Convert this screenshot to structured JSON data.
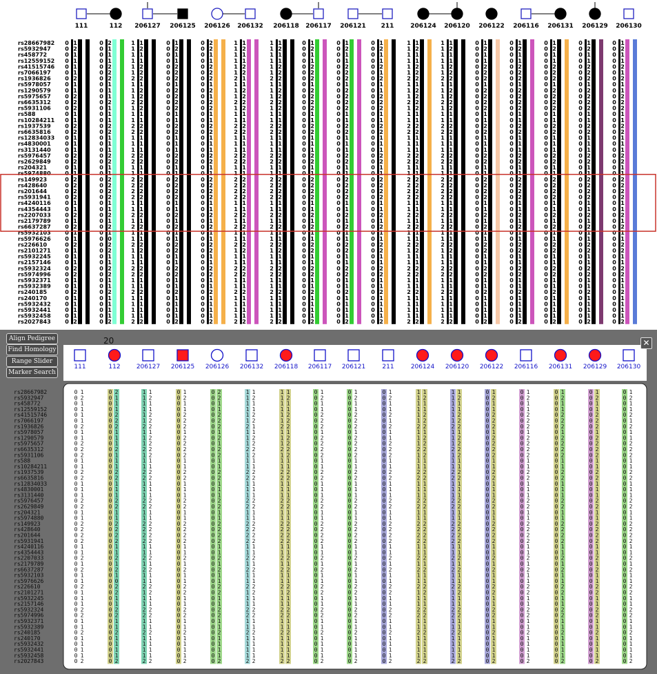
{
  "individuals": [
    {
      "id": "111",
      "sex": "male",
      "affected": false
    },
    {
      "id": "112",
      "sex": "female",
      "affected": true
    },
    {
      "id": "206127",
      "sex": "male",
      "affected": false
    },
    {
      "id": "206125",
      "sex": "male",
      "affected": true
    },
    {
      "id": "206126",
      "sex": "female",
      "affected": false
    },
    {
      "id": "206132",
      "sex": "male",
      "affected": false
    },
    {
      "id": "206118",
      "sex": "female",
      "affected": true
    },
    {
      "id": "206117",
      "sex": "male",
      "affected": false
    },
    {
      "id": "206121",
      "sex": "male",
      "affected": false
    },
    {
      "id": "211",
      "sex": "male",
      "affected": false
    },
    {
      "id": "206124",
      "sex": "female",
      "affected": true
    },
    {
      "id": "206120",
      "sex": "female",
      "affected": true
    },
    {
      "id": "206122",
      "sex": "female",
      "affected": true
    },
    {
      "id": "206116",
      "sex": "male",
      "affected": false
    },
    {
      "id": "206131",
      "sex": "female",
      "affected": true
    },
    {
      "id": "206129",
      "sex": "female",
      "affected": true
    },
    {
      "id": "206130",
      "sex": "male",
      "affected": false
    }
  ],
  "markers": [
    "rs28667982",
    "rs5932947",
    "rs458772",
    "rs12559152",
    "rs41515746",
    "rs7066197",
    "rs1936826",
    "rs5978057",
    "rs1290579",
    "rs5975657",
    "rs6635312",
    "rs5931106",
    "rs588",
    "rs10284211",
    "rs1937539",
    "rs6635816",
    "rs12834033",
    "rs4830001",
    "rs3131440",
    "rs5976457",
    "rs2629849",
    "rs204321",
    "rs5974880",
    "rs149923",
    "rs428640",
    "rs201644",
    "rs5931941",
    "rs4240116",
    "rs4354443",
    "rs2207033",
    "rs2179789",
    "rs6637287",
    "rs5932103",
    "rs5976626",
    "rs226610",
    "rs2101271",
    "rs5932245",
    "rs2157146",
    "rs5932324",
    "rs5974996",
    "rs5932371",
    "rs5932389",
    "rs240185",
    "rs240170",
    "rs5932432",
    "rs5932441",
    "rs5932458",
    "rs2027843"
  ],
  "genotypes": [
    "01,02,11,01,02,11,11,01,01,01,11,11,01,01,01,01,01",
    "02,01,12,02,02,12,12,02,02,02,12,12,02,02,02,02,02",
    "01,01,11,01,01,11,11,01,01,01,11,11,01,01,01,01,01",
    "01,01,11,01,01,11,11,01,01,01,11,11,01,01,01,01,01",
    "01,02,12,02,02,12,12,02,02,02,12,12,02,02,02,02,02",
    "01,02,12,02,02,12,12,02,02,01,12,12,02,02,02,02,01",
    "02,02,22,02,02,21,22,02,02,02,22,22,02,02,02,02,02",
    "01,01,11,01,01,11,11,01,01,01,11,11,01,01,01,01,01",
    "01,01,12,02,02,12,12,02,02,01,12,12,02,02,02,02,01",
    "02,01,12,02,01,12,12,02,02,02,12,12,02,02,02,02,02",
    "02,02,22,02,02,22,22,02,02,02,22,22,02,02,02,02,02",
    "02,01,12,02,02,12,12,02,02,02,12,12,02,02,02,02,02",
    "01,01,11,01,01,11,11,01,01,01,11,11,01,01,01,01,01",
    "01,01,11,01,01,11,11,01,01,01,11,11,01,01,01,01,01",
    "02,02,22,02,02,22,22,02,02,02,22,22,02,02,02,02,02",
    "02,02,22,02,02,22,22,02,02,02,22,22,02,02,02,02,02",
    "01,01,11,01,01,11,11,01,01,01,11,11,01,01,01,01,01",
    "01,01,11,01,01,11,11,01,01,01,11,11,01,01,01,01,01",
    "01,01,11,01,01,11,11,01,01,01,11,11,01,01,01,01,01",
    "02,02,22,02,02,22,22,02,02,02,22,22,02,02,02,02,02",
    "02,02,22,02,02,22,22,02,02,02,22,22,02,02,02,02,02",
    "01,01,11,01,01,11,11,01,01,01,11,11,01,01,01,01,01",
    "01,01,11,01,01,11,11,01,01,01,11,11,01,01,01,01,01",
    "02,02,22,02,02,22,22,02,02,02,22,22,02,02,02,02,02",
    "02,02,22,02,02,22,22,02,02,02,22,22,02,02,02,02,02",
    "02,02,22,02,02,22,22,02,02,02,22,22,02,02,02,02,02",
    "02,02,22,02,02,22,22,02,02,02,22,22,02,02,02,02,02",
    "01,01,11,01,01,11,11,01,01,01,11,11,01,01,01,01,01",
    "01,01,11,01,01,11,11,01,01,01,11,11,01,01,01,01,01",
    "02,02,22,02,02,22,22,02,02,02,22,22,02,02,02,02,02",
    "01,01,11,01,01,11,11,01,01,01,11,11,01,01,01,01,01",
    "02,02,22,02,02,22,22,02,02,02,22,22,02,02,02,02,02",
    "01,01,11,01,01,11,11,01,01,01,11,11,01,01,01,01,01",
    "01,00,11,01,01,11,11,01,01,01,11,11,01,01,01,01,01",
    "02,02,22,02,02,22,22,02,02,02,22,22,02,02,02,02,02",
    "01,02,12,02,02,12,12,02,02,02,12,12,02,02,02,02,02",
    "01,01,11,01,01,11,11,01,01,01,11,11,01,01,01,01,01",
    "01,01,11,01,01,11,11,01,01,01,11,11,01,01,01,01,01",
    "02,02,22,02,02,22,22,02,02,02,22,22,02,02,02,02,02",
    "02,02,22,02,02,22,22,02,02,02,22,22,02,02,02,02,02",
    "01,01,11,01,01,11,11,01,01,01,11,11,01,01,01,01,01",
    "01,01,11,01,01,11,11,01,01,01,11,11,01,01,01,01,01",
    "02,02,22,02,02,22,22,02,02,02,22,22,02,02,02,02,02",
    "01,01,11,01,01,11,11,01,01,01,11,11,01,01,01,01,01",
    "01,01,11,01,01,11,11,01,01,01,11,11,01,01,01,01,01",
    "01,01,11,01,01,11,11,01,01,01,11,11,01,01,01,01,01",
    "01,01,11,01,01,11,11,01,01,01,11,11,01,01,01,01,01",
    "02,02,22,02,02,22,22,02,02,02,22,22,02,02,02,02,02"
  ],
  "haplotype_colors": {
    "black": "#000000",
    "mint": "#7fffd4",
    "green": "#33cc33",
    "orange": "#f5b04a",
    "magenta": "#cc55bb",
    "peach": "#f6c8a8",
    "dark_purple": "#7d3a6f",
    "blue": "#5a7bd8"
  },
  "bottom_colors": {
    "khaki": "#d2d28c",
    "teal": "#7ed3b2",
    "light_green": "#9ed88a",
    "light_blue": "#a6d9d9",
    "lavender": "#a8a8da",
    "violet": "#d2a0d2",
    "affected_fill": "#ff1a1a",
    "symbol_stroke": "#1010c8",
    "id_text": "#1010c8"
  },
  "selection_color": "#c8322a",
  "buttons": {
    "align": "Align Pedigree",
    "homology": "Find Homology",
    "range": "Range Slider",
    "marker": "Marker Search"
  },
  "close_label": "✕",
  "generation_label": "20"
}
